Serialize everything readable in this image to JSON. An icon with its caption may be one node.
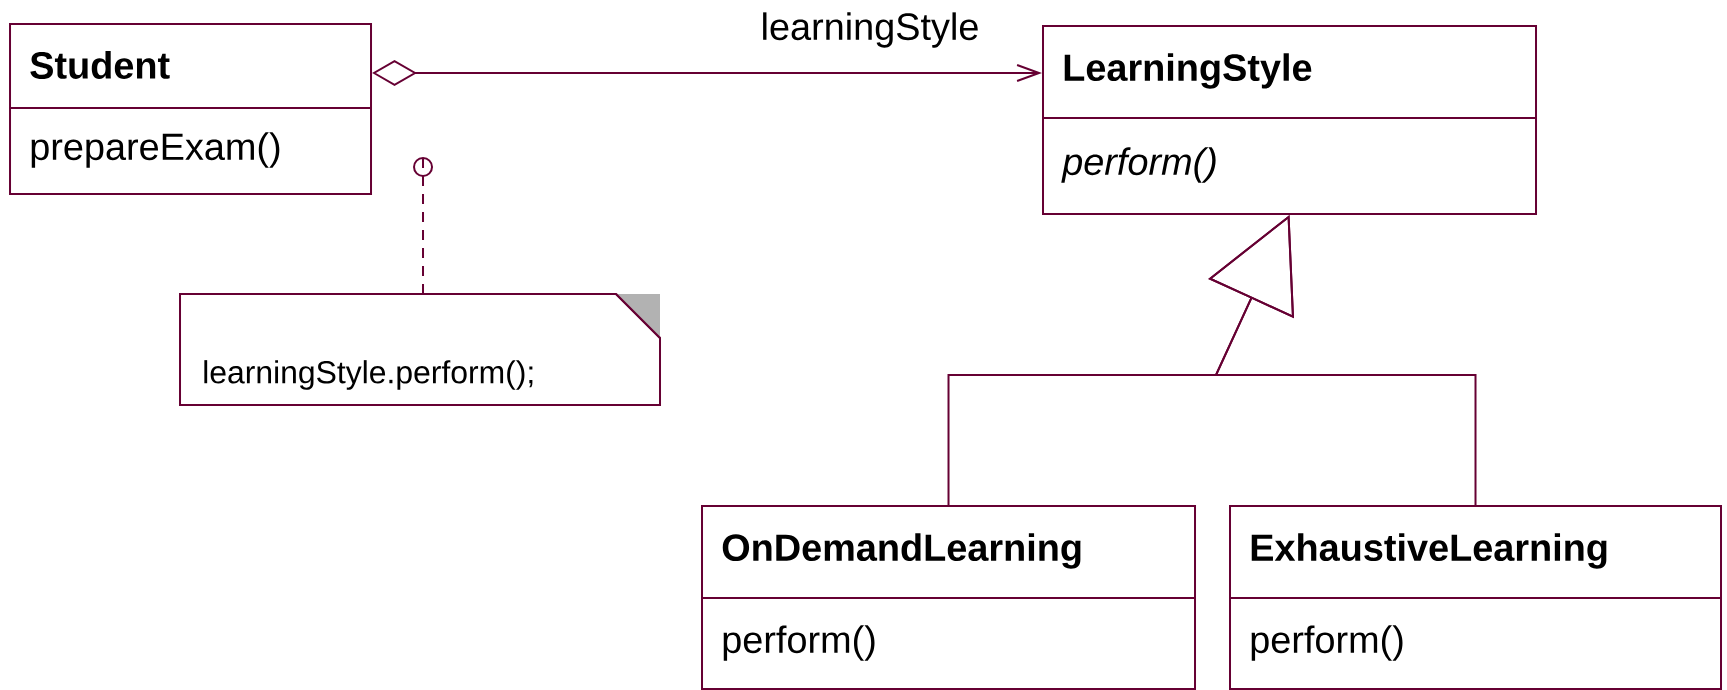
{
  "diagram": {
    "nodes": [
      {
        "text": [
          "Student",
          "prepareExam()"
        ]
      },
      {
        "text": [
          "LearningStyle",
          "perform()"
        ]
      },
      {
        "text": [
          "learningStyle.perform();"
        ]
      },
      {
        "text": [
          "OnDemandLearning",
          "perform()"
        ]
      },
      {
        "text": [
          "ExhaustiveLearning",
          "perform()"
        ]
      }
    ],
    "edges": [
      {
        "from": 0,
        "to": 1,
        "arrow": "to",
        "label": "learningStyle"
      },
      {
        "from": 0,
        "to": 2,
        "arrow": "other",
        "style": "dashed"
      },
      {
        "from": 3,
        "to": 1,
        "arrow": "to"
      },
      {
        "from": 4,
        "to": 1,
        "arrow": "to"
      }
    ]
  }
}
